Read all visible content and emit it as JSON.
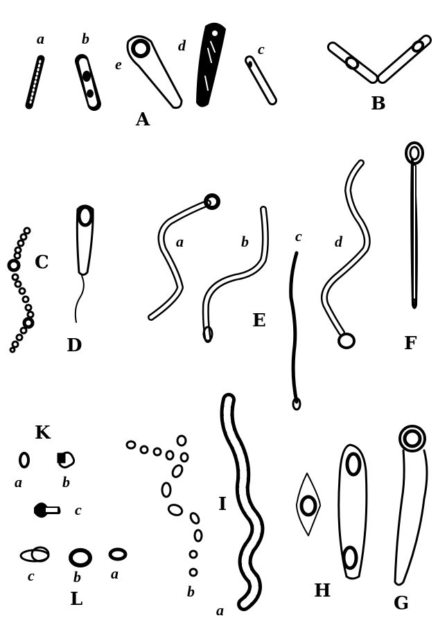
{
  "figure": {
    "description": "Bacterial forms with spores (line illustration)",
    "colors": {
      "ink": "#000000",
      "background": "#ffffff"
    },
    "groups": {
      "A": {
        "label": "A",
        "sub": {
          "a": "a",
          "b": "b",
          "c": "c",
          "d": "d",
          "e": "e"
        }
      },
      "B": {
        "label": "B"
      },
      "C": {
        "label": "C"
      },
      "D": {
        "label": "D"
      },
      "E": {
        "label": "E",
        "sub": {
          "a": "a",
          "b": "b",
          "c": "c",
          "d": "d"
        }
      },
      "F": {
        "label": "F"
      },
      "G": {
        "label": "G"
      },
      "H": {
        "label": "H"
      },
      "I": {
        "label": "I",
        "sub": {
          "a": "a",
          "b": "b"
        }
      },
      "K": {
        "label": "K",
        "sub": {
          "a": "a",
          "b": "b",
          "c": "c"
        }
      },
      "L": {
        "label": "L",
        "sub": {
          "a": "a",
          "b": "b",
          "c": "c"
        }
      }
    }
  }
}
